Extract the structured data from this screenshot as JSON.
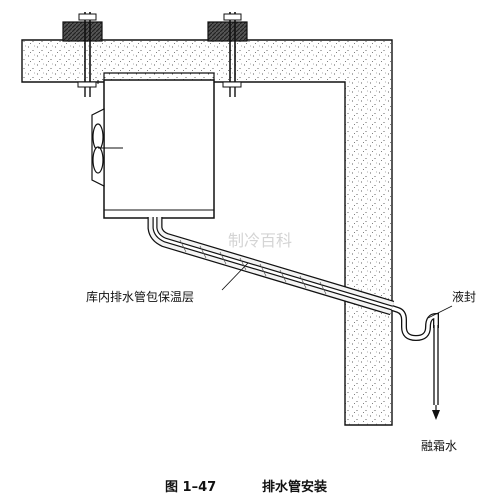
{
  "labels": {
    "insulated_pipe": "库内排水管包保温层",
    "water_seal": "液封",
    "defrost_water": "融霜水"
  },
  "caption": {
    "number": "图 1–47",
    "title": "排水管安装"
  },
  "watermark": "制冷百科",
  "colors": {
    "stroke": "#111111",
    "insulation_fill": "#f2f2f2",
    "bolt_block_fill": "#3a3a3a"
  }
}
